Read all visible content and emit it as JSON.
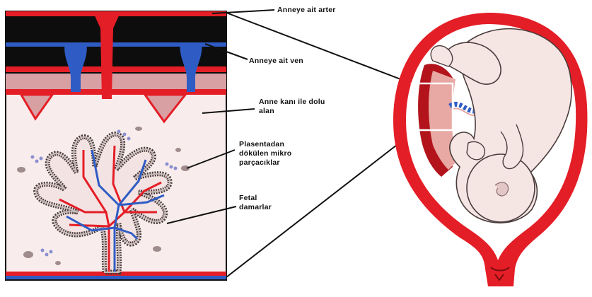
{
  "labels": {
    "maternal_artery": "Anneye ait arter",
    "maternal_vein": "Anneye ait ven",
    "blood_space": [
      "Anne kanı ile dolu",
      "alan"
    ],
    "microparticles": [
      "Plasentadan",
      "dökülen mikro",
      "parçacıklar"
    ],
    "fetal_vessels": [
      "Fetal",
      "damarlar"
    ]
  },
  "colors": {
    "artery_red": "#e41e26",
    "vein_blue": "#2f5cc4",
    "decidua_pink": "#d9a0a4",
    "intervillous_space": "#f8ecec",
    "villus_outline": "#5a4a4a",
    "fetus_skin": "#f5e6e4",
    "uterus_wall": "#e41e26",
    "placenta_dark": "#b3141c"
  }
}
